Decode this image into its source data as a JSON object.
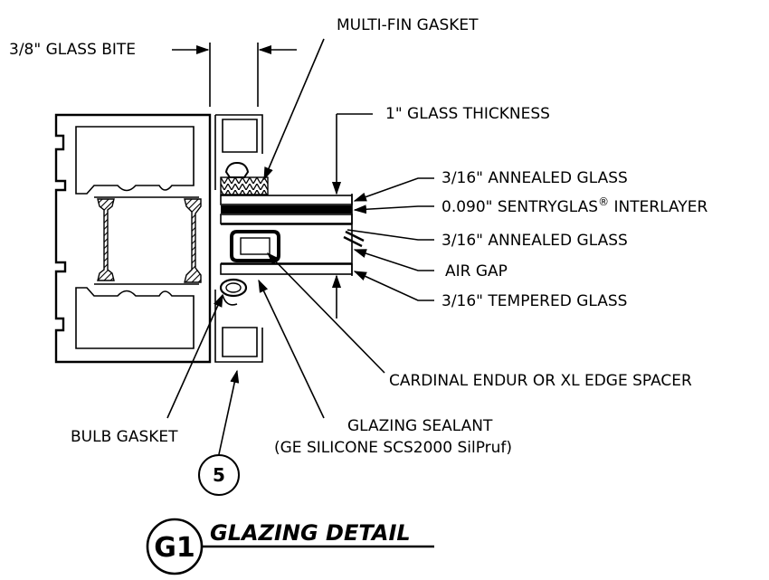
{
  "labels": {
    "multi_fin_gasket": "MULTI-FIN GASKET",
    "glass_bite": "3/8\" GLASS BITE",
    "glass_thickness": "1\" GLASS THICKNESS",
    "annealed_glass_1": "3/16\" ANNEALED GLASS",
    "interlayer_prefix": "0.090\" SENTRYGLAS",
    "interlayer_reg": "®",
    "interlayer_suffix": " INTERLAYER",
    "annealed_glass_2": "3/16\" ANNEALED GLASS",
    "air_gap": "AIR GAP",
    "tempered_glass": "3/16\" TEMPERED GLASS",
    "edge_spacer": "CARDINAL ENDUR OR XL EDGE SPACER",
    "bulb_gasket": "BULB GASKET",
    "glazing_sealant": "GLAZING SEALANT",
    "sealant_product": "(GE SILICONE SCS2000 SilPruf)"
  },
  "callout_number": "5",
  "detail": {
    "tag": "G1",
    "title": "GLAZING DETAIL"
  }
}
